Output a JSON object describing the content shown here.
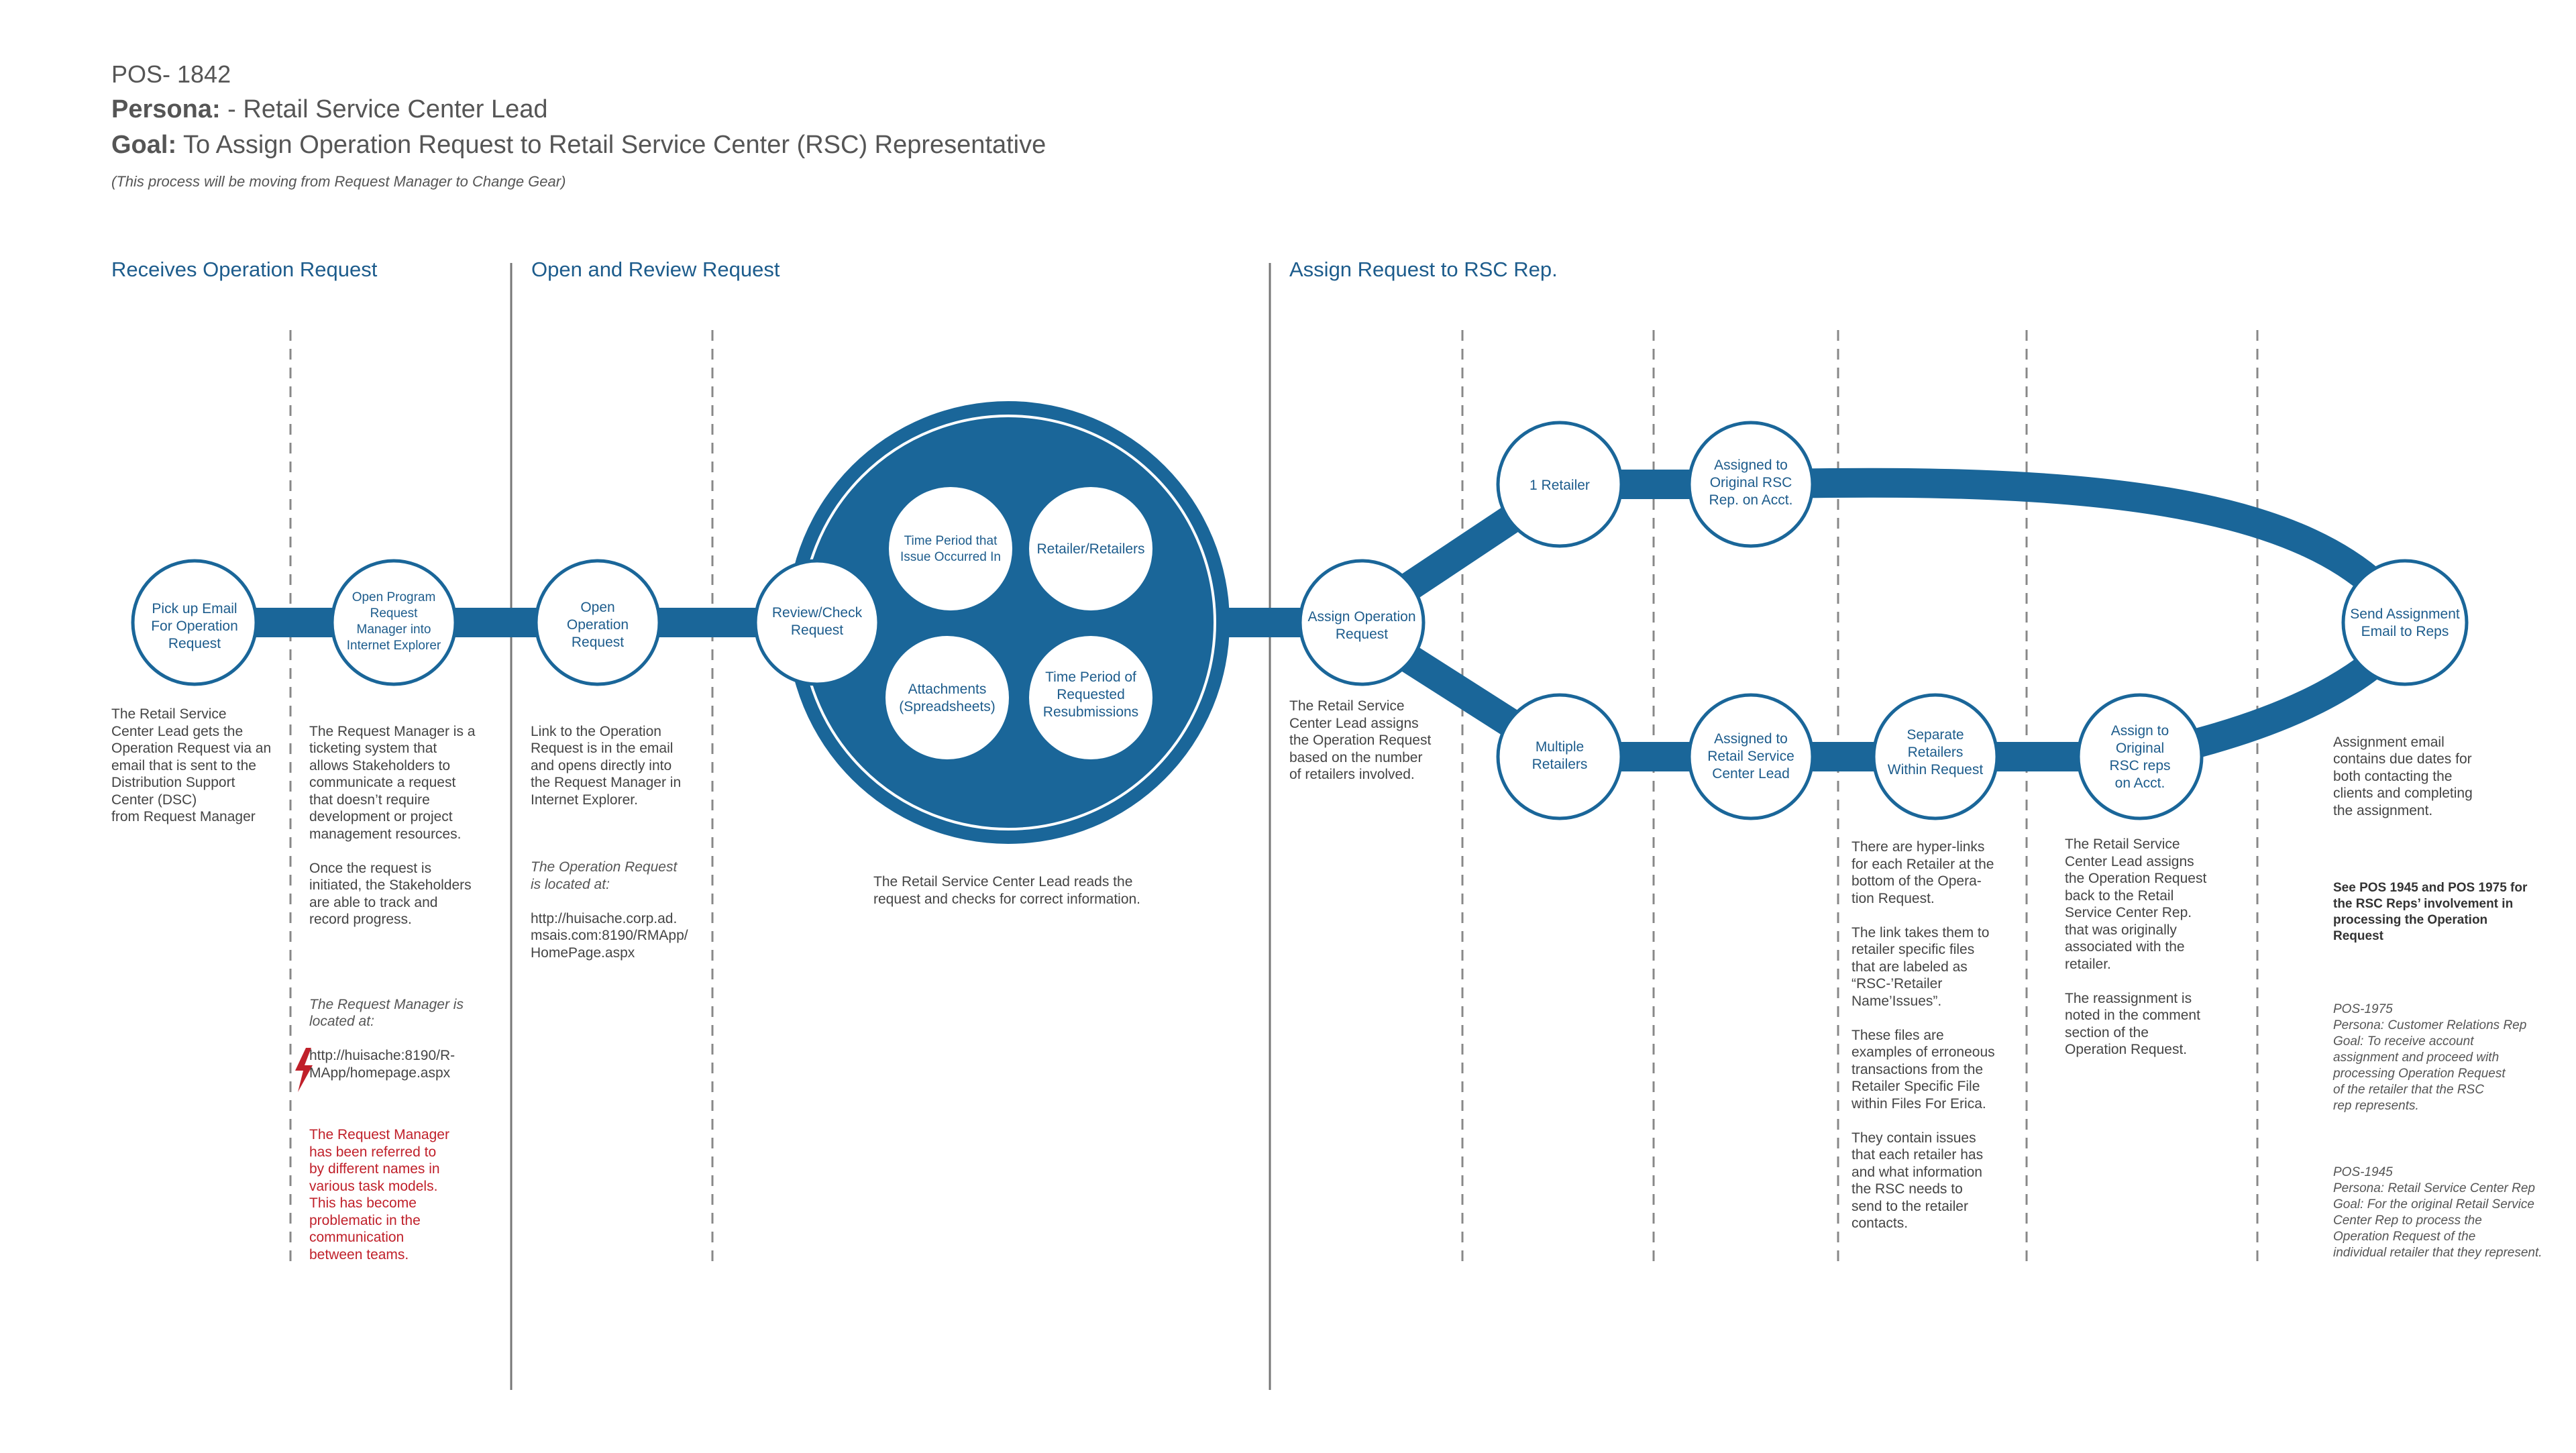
{
  "header": {
    "code": "POS- 1842",
    "persona_label": "Persona:",
    "persona_value": " - Retail Service Center Lead",
    "goal_label": "Goal:",
    "goal_value": " To Assign Operation Request to Retail Service Center (RSC) Representative",
    "note": "(This process will be moving from Request Manager  to Change Gear)"
  },
  "phases": [
    {
      "label": "Receives Operation Request"
    },
    {
      "label": "Open and Review Request"
    },
    {
      "label": "Assign Request to RSC Rep."
    }
  ],
  "nodes": {
    "pickup": [
      "Pick up Email",
      "For Operation",
      "Request"
    ],
    "open_program": [
      "Open Program",
      "Request",
      "Manager into",
      "Internet Explorer"
    ],
    "open_request": [
      "Open",
      "Operation",
      "Request"
    ],
    "review": [
      "Review/Check",
      "Request"
    ],
    "time_period": [
      "Time Period that",
      "Issue Occurred In"
    ],
    "retailers": [
      "Retailer/Retailers"
    ],
    "attachments": [
      "Attachments",
      "(Spreadsheets)"
    ],
    "resubmissions": [
      "Time Period of",
      "Requested",
      "Resubmissions"
    ],
    "assign": [
      "Assign Operation",
      "Request"
    ],
    "one_retailer": [
      "1 Retailer"
    ],
    "assigned_original": [
      "Assigned to",
      "Original RSC",
      "Rep. on Acct."
    ],
    "multiple": [
      "Multiple",
      "Retailers"
    ],
    "assigned_lead": [
      "Assigned to",
      "Retail Service",
      "Center Lead"
    ],
    "separate": [
      "Separate",
      "Retailers",
      "Within Request"
    ],
    "assign_original": [
      "Assign to",
      "Original",
      "RSC reps",
      "on Acct."
    ],
    "send": [
      "Send Assignment",
      "Email to Reps"
    ]
  },
  "descriptions": {
    "d1": "The Retail Service\nCenter Lead gets the\nOperation Request via an\nemail that is sent to the\nDistribution Support\nCenter (DSC)\nfrom Request Manager",
    "d2_main": "The Request Manager is a\nticketing system that\nallows Stakeholders to\ncommunicate a request\nthat doesn’t require\ndevelopment or project\nmanagement resources.\n\nOnce the request is\ninitiated, the Stakeholders\nare able to track and\nrecord progress.",
    "d2_italic": "The Request Manager is\nlocated at:",
    "d2_url": "http://huisache:8190/R-\nMApp/homepage.aspx",
    "d2_red": "The Request Manager\nhas been referred to\nby different names in\nvarious task models.\nThis has become\nproblematic in the\ncommunication\nbetween teams.",
    "d3_main": "Link to the Operation\nRequest is in the email\nand opens directly into\nthe Request Manager in\nInternet Explorer.",
    "d3_italic": "The Operation Request\nis located at:",
    "d3_url": "http://huisache.corp.ad.\nmsais.com:8190/RMApp/\nHomePage.aspx",
    "d4": "The Retail Service Center Lead reads the\nrequest and checks for correct information.",
    "d5": "The Retail Service\nCenter Lead assigns\nthe Operation Request\nbased on the number\nof retailers involved.",
    "d6": "There are hyper-links\nfor each Retailer at the\nbottom of the Opera-\ntion Request.\n\nThe link takes them to\nretailer specific files\nthat are labeled as\n“RSC-’Retailer\nName’Issues”.\n\nThese files are\nexamples of erroneous\ntransactions from the\nRetailer Specific File\nwithin Files For Erica.\n\nThey contain issues\nthat each retailer has\nand what information\nthe RSC needs to\nsend to the retailer\ncontacts.",
    "d7": "The Retail Service\nCenter Lead assigns\nthe Operation Request\nback to the Retail\nService Center Rep.\nthat was originally\nassociated with the\nretailer.\n\nThe reassignment is\nnoted in the comment\nsection of the\nOperation Request.",
    "d8": "Assignment email\ncontains due dates for\nboth contacting the\nclients and completing\nthe assignment.",
    "d8_bold": "See POS 1945 and POS 1975  for\nthe RSC Reps’ involvement in\nprocessing the Operation\nRequest",
    "d8_it1": "POS-1975\nPersona: Customer Relations Rep\nGoal: To receive account\nassignment and proceed with\nprocessing Operation Request\nof the retailer that the RSC\nrep represents.",
    "d8_it2": "POS-1945\nPersona: Retail Service Center Rep\nGoal: For the original Retail Service\nCenter Rep to process the\nOperation Request of the\nindividual retailer that they represent."
  },
  "colors": {
    "primary": "#1a6699",
    "text_blue": "#1d5c8c",
    "warning_red": "#c0202a",
    "divider": "#777777"
  },
  "icons": {
    "warning": "lightning-bolt-icon"
  }
}
